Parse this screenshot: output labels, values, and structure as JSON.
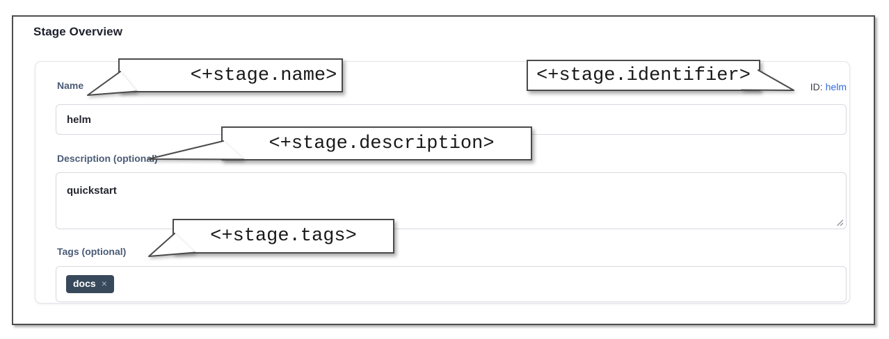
{
  "page": {
    "title": "Stage Overview"
  },
  "form": {
    "name": {
      "label": "Name",
      "value": "helm"
    },
    "identifier": {
      "prefix": "ID:",
      "value": "helm"
    },
    "description": {
      "label": "Description (optional)",
      "value": "quickstart"
    },
    "tags": {
      "label": "Tags (optional)",
      "items": [
        {
          "label": "docs",
          "remove_icon": "×"
        }
      ]
    }
  },
  "annotations": {
    "name": {
      "text": "<+stage.name>"
    },
    "identifier": {
      "text": "<+stage.identifier>"
    },
    "description": {
      "text": "<+stage.description>"
    },
    "tags": {
      "text": "<+stage.tags>"
    }
  },
  "colors": {
    "id_link": "#2f6be0",
    "tag_chip_bg": "#37495a",
    "label_text": "#4a5b76",
    "callout_border": "#4a4a4a",
    "frame_border": "#4d4d4f"
  }
}
